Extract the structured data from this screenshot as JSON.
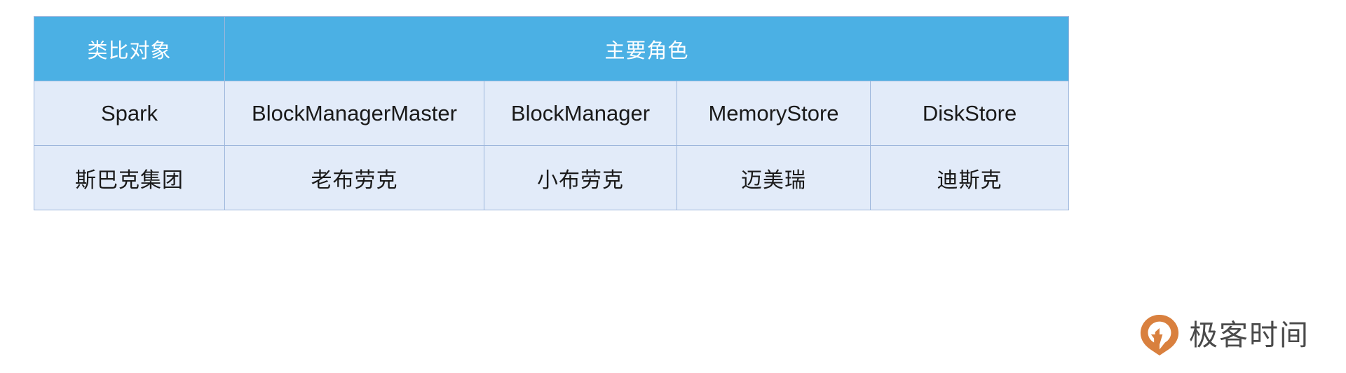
{
  "table": {
    "header": {
      "first_label": "类比对象",
      "merged_label": "主要角色",
      "merged_colspan": 4
    },
    "rows": [
      {
        "name": "spark-row",
        "cells": [
          "Spark",
          "BlockManagerMaster",
          "BlockManager",
          "MemoryStore",
          "DiskStore"
        ]
      },
      {
        "name": "analogy-row",
        "cells": [
          "斯巴克集团",
          "老布劳克",
          "小布劳克",
          "迈美瑞",
          "迪斯克"
        ]
      }
    ]
  },
  "logo": {
    "icon_name": "geektime-logo-icon",
    "text": "极客时间",
    "mark_color": "#D9803E",
    "text_color": "#4a4a4a"
  },
  "colors": {
    "header_bg": "#4BB0E4",
    "header_text": "#FFFFFF",
    "cell_bg": "#E2EBF9",
    "border": "#9DB6DC",
    "page_bg": "#FFFFFF"
  }
}
